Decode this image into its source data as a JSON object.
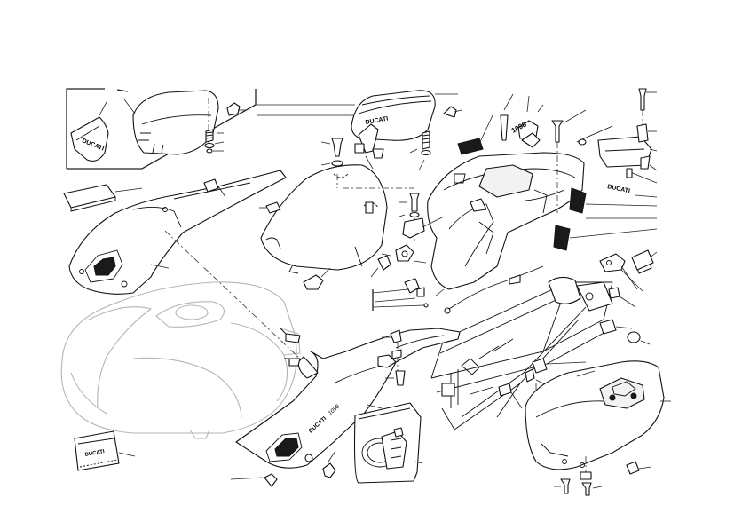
{
  "labels": {
    "seat_cover_logo": "DUCATI",
    "rear_seat_logo": "DUCATI",
    "tail_decal": "DUCATI",
    "right_panel_decal": "DUCATI",
    "toolkit_bag_logo": "DUCATI",
    "tail_badge": "1098",
    "right_panel_script": "1098"
  },
  "colors": {
    "line": "#111111",
    "ghost_tank": "#b5b5b5",
    "fill": "#ffffff",
    "dark_part": "#1a1a1a"
  }
}
